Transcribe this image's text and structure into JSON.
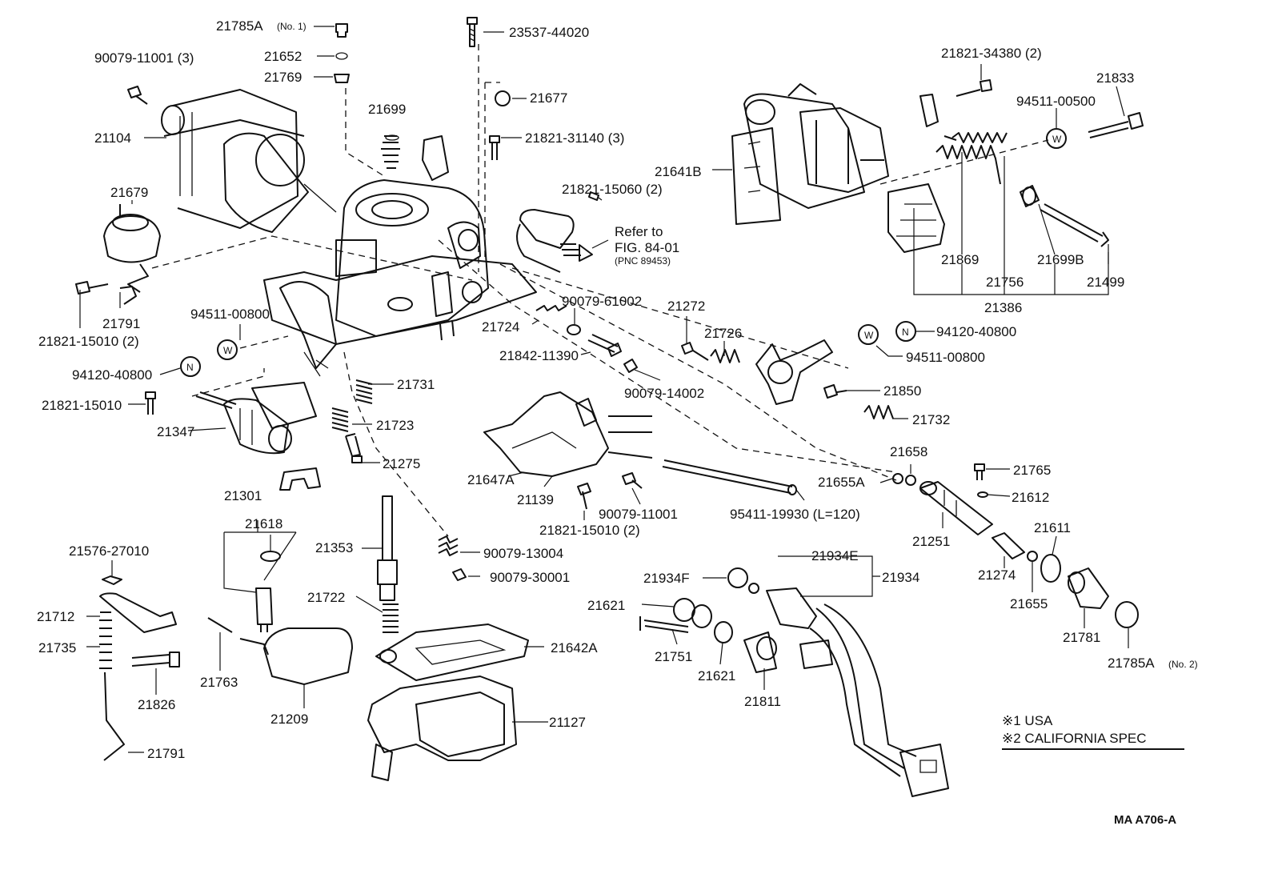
{
  "labels": [
    {
      "id": "21785A",
      "text": "21785A"
    },
    {
      "id": "no1",
      "text": "(No. 1)"
    },
    {
      "id": "23537-44020",
      "text": "23537-44020"
    },
    {
      "id": "90079-11001-3",
      "text": "90079-11001 (3)"
    },
    {
      "id": "21652",
      "text": "21652"
    },
    {
      "id": "21769",
      "text": "21769"
    },
    {
      "id": "21699",
      "text": "21699"
    },
    {
      "id": "21677",
      "text": "21677"
    },
    {
      "id": "21104",
      "text": "21104"
    },
    {
      "id": "21821-31140",
      "text": "21821-31140 (3)"
    },
    {
      "id": "21679",
      "text": "21679"
    },
    {
      "id": "21821-15060",
      "text": "21821-15060 (2)"
    },
    {
      "id": "refer-to",
      "text": "Refer to"
    },
    {
      "id": "fig",
      "text": "FIG. 84-01"
    },
    {
      "id": "pnc",
      "text": "(PNC 89453)"
    },
    {
      "id": "21821-15010-2a",
      "text": "21821-15010 (2)"
    },
    {
      "id": "21791a",
      "text": "21791"
    },
    {
      "id": "94511-00800a",
      "text": "94511-00800"
    },
    {
      "id": "94120-40800a",
      "text": "94120-40800"
    },
    {
      "id": "21821-15010",
      "text": "21821-15010"
    },
    {
      "id": "21347",
      "text": "21347"
    },
    {
      "id": "90079-61002",
      "text": "90079-61002"
    },
    {
      "id": "21724",
      "text": "21724"
    },
    {
      "id": "21842-11390",
      "text": "21842-11390"
    },
    {
      "id": "90079-14002",
      "text": "90079-14002"
    },
    {
      "id": "21731",
      "text": "21731"
    },
    {
      "id": "21723",
      "text": "21723"
    },
    {
      "id": "21275",
      "text": "21275"
    },
    {
      "id": "21272",
      "text": "21272"
    },
    {
      "id": "21726",
      "text": "21726"
    },
    {
      "id": "21821-34380",
      "text": "21821-34380 (2)"
    },
    {
      "id": "21833",
      "text": "21833"
    },
    {
      "id": "94511-00500",
      "text": "94511-00500"
    },
    {
      "id": "21641B",
      "text": "21641B"
    },
    {
      "id": "21869",
      "text": "21869"
    },
    {
      "id": "21756",
      "text": "21756"
    },
    {
      "id": "21699B",
      "text": "21699B"
    },
    {
      "id": "21499",
      "text": "21499"
    },
    {
      "id": "21386",
      "text": "21386"
    },
    {
      "id": "94120-40800b",
      "text": "94120-40800"
    },
    {
      "id": "94511-00800b",
      "text": "94511-00800"
    },
    {
      "id": "21850",
      "text": "21850"
    },
    {
      "id": "21732",
      "text": "21732"
    },
    {
      "id": "21658",
      "text": "21658"
    },
    {
      "id": "21655A",
      "text": "21655A"
    },
    {
      "id": "21765",
      "text": "21765"
    },
    {
      "id": "21612",
      "text": "21612"
    },
    {
      "id": "21647A",
      "text": "21647A"
    },
    {
      "id": "21139",
      "text": "21139"
    },
    {
      "id": "90079-11001",
      "text": "90079-11001"
    },
    {
      "id": "21821-15010-2b",
      "text": "21821-15010 (2)"
    },
    {
      "id": "95411-19930",
      "text": "95411-19930 (L=120)"
    },
    {
      "id": "21251",
      "text": "21251"
    },
    {
      "id": "21611",
      "text": "21611"
    },
    {
      "id": "21274",
      "text": "21274"
    },
    {
      "id": "21655",
      "text": "21655"
    },
    {
      "id": "21301",
      "text": "21301"
    },
    {
      "id": "21618",
      "text": "21618"
    },
    {
      "id": "21576-27010",
      "text": "21576-27010"
    },
    {
      "id": "21353",
      "text": "21353"
    },
    {
      "id": "90079-13004",
      "text": "90079-13004"
    },
    {
      "id": "90079-30001",
      "text": "90079-30001"
    },
    {
      "id": "21934E",
      "text": "21934E"
    },
    {
      "id": "21934",
      "text": "21934"
    },
    {
      "id": "21934F",
      "text": "21934F"
    },
    {
      "id": "21712",
      "text": "21712"
    },
    {
      "id": "21735",
      "text": "21735"
    },
    {
      "id": "21722",
      "text": "21722"
    },
    {
      "id": "21621a",
      "text": "21621"
    },
    {
      "id": "21642A",
      "text": "21642A"
    },
    {
      "id": "21781",
      "text": "21781"
    },
    {
      "id": "21751",
      "text": "21751"
    },
    {
      "id": "21763",
      "text": "21763"
    },
    {
      "id": "21826",
      "text": "21826"
    },
    {
      "id": "21621b",
      "text": "21621"
    },
    {
      "id": "21811",
      "text": "21811"
    },
    {
      "id": "21785A-2",
      "text": "21785A"
    },
    {
      "id": "no2",
      "text": "(No. 2)"
    },
    {
      "id": "21209",
      "text": "21209"
    },
    {
      "id": "21127",
      "text": "21127"
    },
    {
      "id": "21791b",
      "text": "21791"
    },
    {
      "id": "usa",
      "text": "※1 USA"
    },
    {
      "id": "calif",
      "text": "※2 CALIFORNIA SPEC"
    },
    {
      "id": "ref",
      "text": "MA  A706-A"
    }
  ],
  "markers": {
    "washer": "W",
    "nut": "N"
  }
}
